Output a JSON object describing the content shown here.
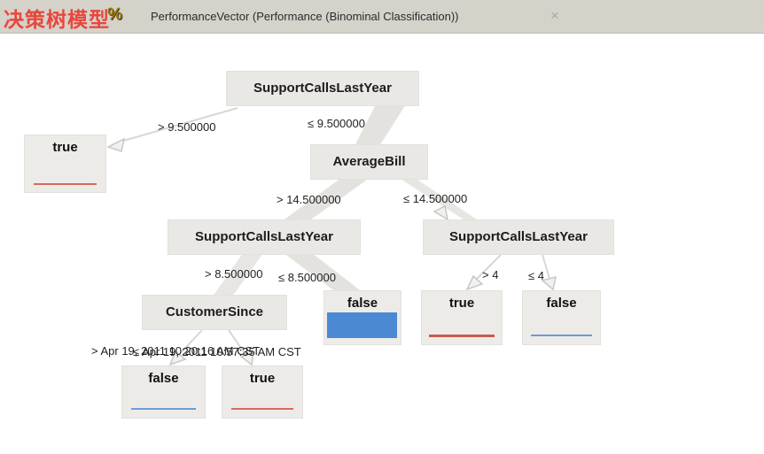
{
  "header": {
    "title": "决策树模型",
    "icon_glyph": "%",
    "tab_label": "PerformanceVector (Performance (Binominal Classification))",
    "close_glyph": "×"
  },
  "tree": {
    "type": "decision-tree",
    "nodes": {
      "root": "SupportCallsLastYear",
      "average_bill": "AverageBill",
      "support_calls_left": "SupportCallsLastYear",
      "support_calls_right": "SupportCallsLastYear",
      "customer_since": "CustomerSince"
    },
    "leaves": {
      "true_left": "true",
      "false_center": "false",
      "true_mid_right": "true",
      "false_right": "false",
      "false_bottom": "false",
      "true_bottom": "true"
    },
    "edge_labels": {
      "root_gt": "> 9.500000",
      "root_le": "≤ 9.500000",
      "avg_gt": "> 14.500000",
      "avg_le": "≤ 14.500000",
      "scl_gt": "> 8.500000",
      "scl_le": "≤ 8.500000",
      "scr_gt": "> 4",
      "scr_le": "≤ 4",
      "cs_gt": "> Apr 19, 2011 10:20:16 AM CST",
      "cs_le": "≤ Apr 19, 2011 10:57:35 AM CST"
    },
    "colors": {
      "true_bar": "#c85a4e",
      "true_bar_thin": "#d9695e",
      "false_bar": "#6d9bd6",
      "false_fill": "#4b89d3"
    }
  }
}
